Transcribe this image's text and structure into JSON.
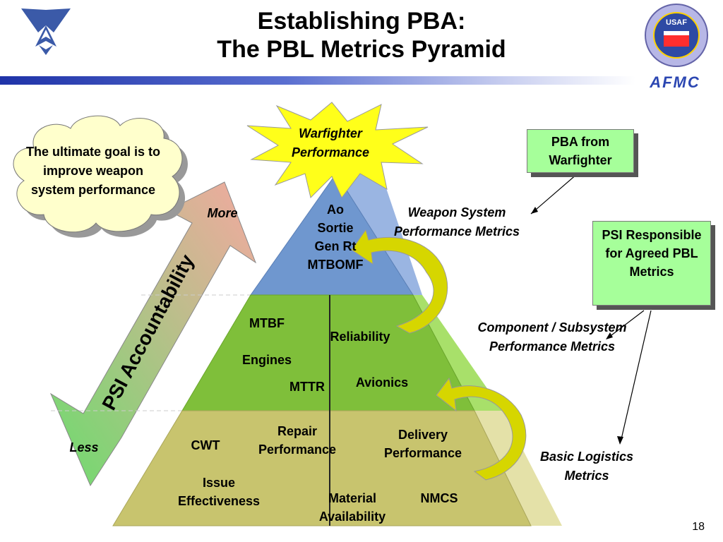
{
  "header": {
    "title_line1": "Establishing PBA:",
    "title_line2": "The PBL Metrics Pyramid",
    "seal_text": "USAF",
    "afmc_logo": "AFMC",
    "emblem": "air-force-symbol"
  },
  "cloud_note": "The ultimate goal is to improve weapon system performance",
  "accountability": {
    "label": "PSI Accountability",
    "more": "More",
    "less": "Less"
  },
  "starburst": "Warfighter Performance",
  "pyramid": {
    "top": [
      "Ao",
      "Sortie",
      "Gen Rt",
      "MTBOMF"
    ],
    "middle": {
      "mtbf": "MTBF",
      "reliability": "Reliability",
      "engines": "Engines",
      "mttr": "MTTR",
      "avionics": "Avionics"
    },
    "bottom": {
      "cwt": "CWT",
      "repair": "Repair Performance",
      "delivery": "Delivery Performance",
      "issue": "Issue Effectiveness",
      "material": "Material Availability",
      "nmcs": "NMCS"
    }
  },
  "right": {
    "pba_box": "PBA from Warfighter",
    "psi_box": "PSI Responsible for Agreed PBL Metrics",
    "weapon_metrics": "Weapon System Performance Metrics",
    "component_metrics": "Component / Subsystem Performance Metrics",
    "basic_metrics": "Basic Logistics Metrics"
  },
  "page_number": "18",
  "colors": {
    "top_tier": "#6f97cf",
    "middle_tier": "#7fbf3a",
    "bottom_tier": "#c8c46e",
    "green_box": "#a6ff9a",
    "starburst": "#ffff1a",
    "cloud": "#ffffcc",
    "curved_arrow": "#d6d600"
  }
}
